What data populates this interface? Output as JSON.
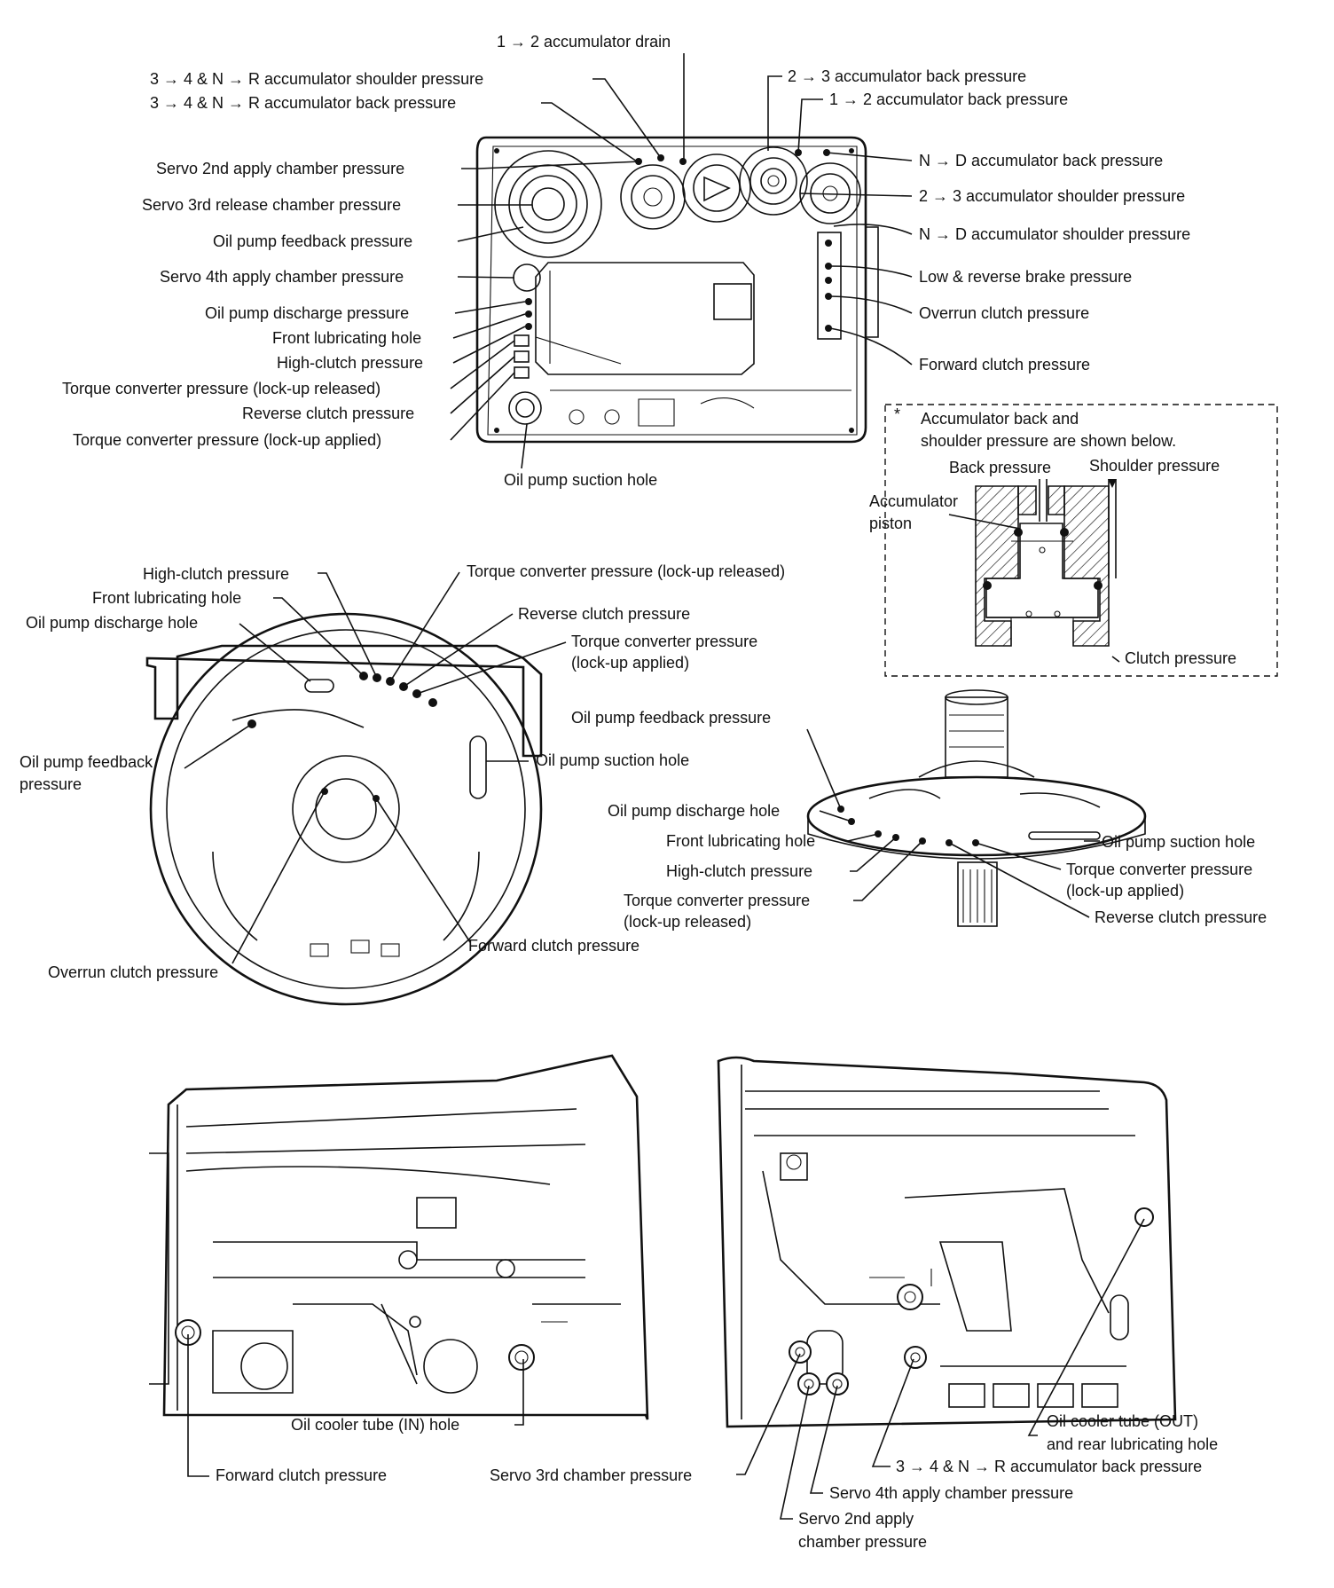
{
  "valve_body": {
    "top_left": [
      "3 → 4 & N → R accumulator shoulder pressure",
      "3 → 4 & N → R accumulator back pressure"
    ],
    "top_center": "1 → 2 accumulator drain",
    "top_right": [
      "2 → 3 accumulator back pressure",
      "1 → 2 accumulator back pressure"
    ],
    "left": [
      "Servo 2nd apply chamber pressure",
      "Servo 3rd release chamber pressure",
      "Oil pump feedback pressure",
      "Servo 4th apply chamber pressure",
      "Oil pump discharge pressure",
      "Front lubricating hole",
      "High-clutch pressure",
      "Torque converter pressure (lock-up released)",
      "Reverse clutch pressure",
      "Torque converter pressure (lock-up applied)"
    ],
    "right": [
      "N → D accumulator back pressure",
      "2 → 3 accumulator shoulder pressure",
      "N → D accumulator shoulder pressure",
      "Low & reverse brake pressure",
      "Overrun clutch pressure",
      "Forward clutch pressure"
    ],
    "bottom": "Oil pump suction hole"
  },
  "inset": {
    "note_mark": "*",
    "note_line1": "Accumulator back and",
    "note_line2": "shoulder pressure are shown below.",
    "back_pressure": "Back pressure",
    "shoulder_pressure": "Shoulder pressure",
    "piston_line1": "Accumulator",
    "piston_line2": "piston",
    "clutch_pressure": "Clutch pressure"
  },
  "case_front": {
    "high_clutch": "High-clutch pressure",
    "front_lube": "Front lubricating hole",
    "discharge": "Oil pump discharge hole",
    "feedback_line1": "Oil pump feedback",
    "feedback_line2": "pressure",
    "tc_released": "Torque converter pressure (lock-up released)",
    "reverse": "Reverse clutch pressure",
    "tc_applied_line1": "Torque converter pressure",
    "tc_applied_line2": "(lock-up applied)",
    "suction": "Oil pump suction hole",
    "overrun": "Overrun clutch pressure",
    "forward": "Forward clutch pressure"
  },
  "pump": {
    "feedback": "Oil pump feedback pressure",
    "discharge": "Oil pump discharge hole",
    "front_lube": "Front lubricating hole",
    "high_clutch": "High-clutch pressure",
    "tc_released_line1": "Torque converter pressure",
    "tc_released_line2": "(lock-up released)",
    "suction": "Oil pump suction hole",
    "tc_applied_line1": "Torque converter pressure",
    "tc_applied_line2": "(lock-up applied)",
    "reverse": "Reverse clutch pressure"
  },
  "case_left": {
    "cooler_in": "Oil cooler tube (IN) hole",
    "forward": "Forward clutch pressure"
  },
  "case_right": {
    "servo_3rd": "Servo 3rd chamber pressure",
    "cooler_out_line1": "Oil cooler tube (OUT)",
    "cooler_out_line2": "and rear lubricating hole",
    "accum_back": "3 → 4 & N → R accumulator back pressure",
    "servo_4th": "Servo 4th apply chamber pressure",
    "servo_2nd_line1": "Servo 2nd apply",
    "servo_2nd_line2": "chamber pressure"
  }
}
